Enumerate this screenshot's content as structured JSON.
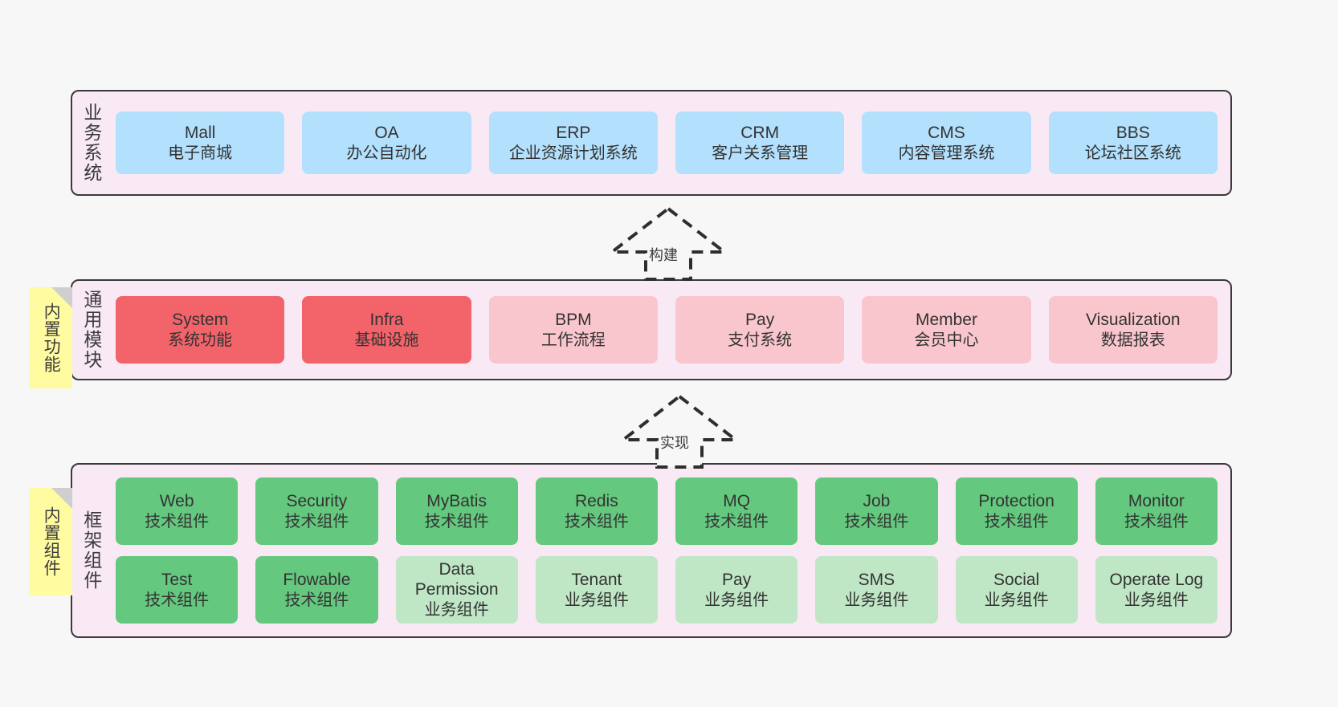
{
  "diagram": {
    "background": "#f7f7f7",
    "panel_bg": "#f8e9f5",
    "panel_border": "#3a3a3a",
    "colors": {
      "blue": "#b3e0fc",
      "red": "#f2636a",
      "pink": "#fac6cd",
      "green": "#64c87e",
      "light_green": "#bfe7c6",
      "sticky_yellow": "#fffba0",
      "sticky_fold": "#cfcfcf"
    }
  },
  "layers": [
    {
      "id": "business-system",
      "title": "业务系统",
      "rows": [
        [
          {
            "name": "Mall",
            "desc": "电子商城",
            "color": "blue"
          },
          {
            "name": "OA",
            "desc": "办公自动化",
            "color": "blue"
          },
          {
            "name": "ERP",
            "desc": "企业资源计划系统",
            "color": "blue"
          },
          {
            "name": "CRM",
            "desc": "客户关系管理",
            "color": "blue"
          },
          {
            "name": "CMS",
            "desc": "内容管理系统",
            "color": "blue"
          },
          {
            "name": "BBS",
            "desc": "论坛社区系统",
            "color": "blue"
          }
        ]
      ]
    },
    {
      "id": "common-module",
      "title": "通用模块",
      "sticky": "内置功能",
      "rows": [
        [
          {
            "name": "System",
            "desc": "系统功能",
            "color": "red"
          },
          {
            "name": "Infra",
            "desc": "基础设施",
            "color": "red"
          },
          {
            "name": "BPM",
            "desc": "工作流程",
            "color": "pink"
          },
          {
            "name": "Pay",
            "desc": "支付系统",
            "color": "pink"
          },
          {
            "name": "Member",
            "desc": "会员中心",
            "color": "pink"
          },
          {
            "name": "Visualization",
            "desc": "数据报表",
            "color": "pink"
          }
        ]
      ]
    },
    {
      "id": "framework-component",
      "title": "框架组件",
      "sticky": "内置组件",
      "rows": [
        [
          {
            "name": "Web",
            "desc": "技术组件",
            "color": "green"
          },
          {
            "name": "Security",
            "desc": "技术组件",
            "color": "green"
          },
          {
            "name": "MyBatis",
            "desc": "技术组件",
            "color": "green"
          },
          {
            "name": "Redis",
            "desc": "技术组件",
            "color": "green"
          },
          {
            "name": "MQ",
            "desc": "技术组件",
            "color": "green"
          },
          {
            "name": "Job",
            "desc": "技术组件",
            "color": "green"
          },
          {
            "name": "Protection",
            "desc": "技术组件",
            "color": "green"
          },
          {
            "name": "Monitor",
            "desc": "技术组件",
            "color": "green"
          }
        ],
        [
          {
            "name": "Test",
            "desc": "技术组件",
            "color": "green"
          },
          {
            "name": "Flowable",
            "desc": "技术组件",
            "color": "green"
          },
          {
            "name": "Data Permission",
            "desc": "业务组件",
            "color": "light_green"
          },
          {
            "name": "Tenant",
            "desc": "业务组件",
            "color": "light_green"
          },
          {
            "name": "Pay",
            "desc": "业务组件",
            "color": "light_green"
          },
          {
            "name": "SMS",
            "desc": "业务组件",
            "color": "light_green"
          },
          {
            "name": "Social",
            "desc": "业务组件",
            "color": "light_green"
          },
          {
            "name": "Operate Log",
            "desc": "业务组件",
            "color": "light_green"
          }
        ]
      ]
    }
  ],
  "connectors": [
    {
      "id": "build-arrow",
      "label": "构建"
    },
    {
      "id": "implement-arrow",
      "label": "实现"
    }
  ]
}
